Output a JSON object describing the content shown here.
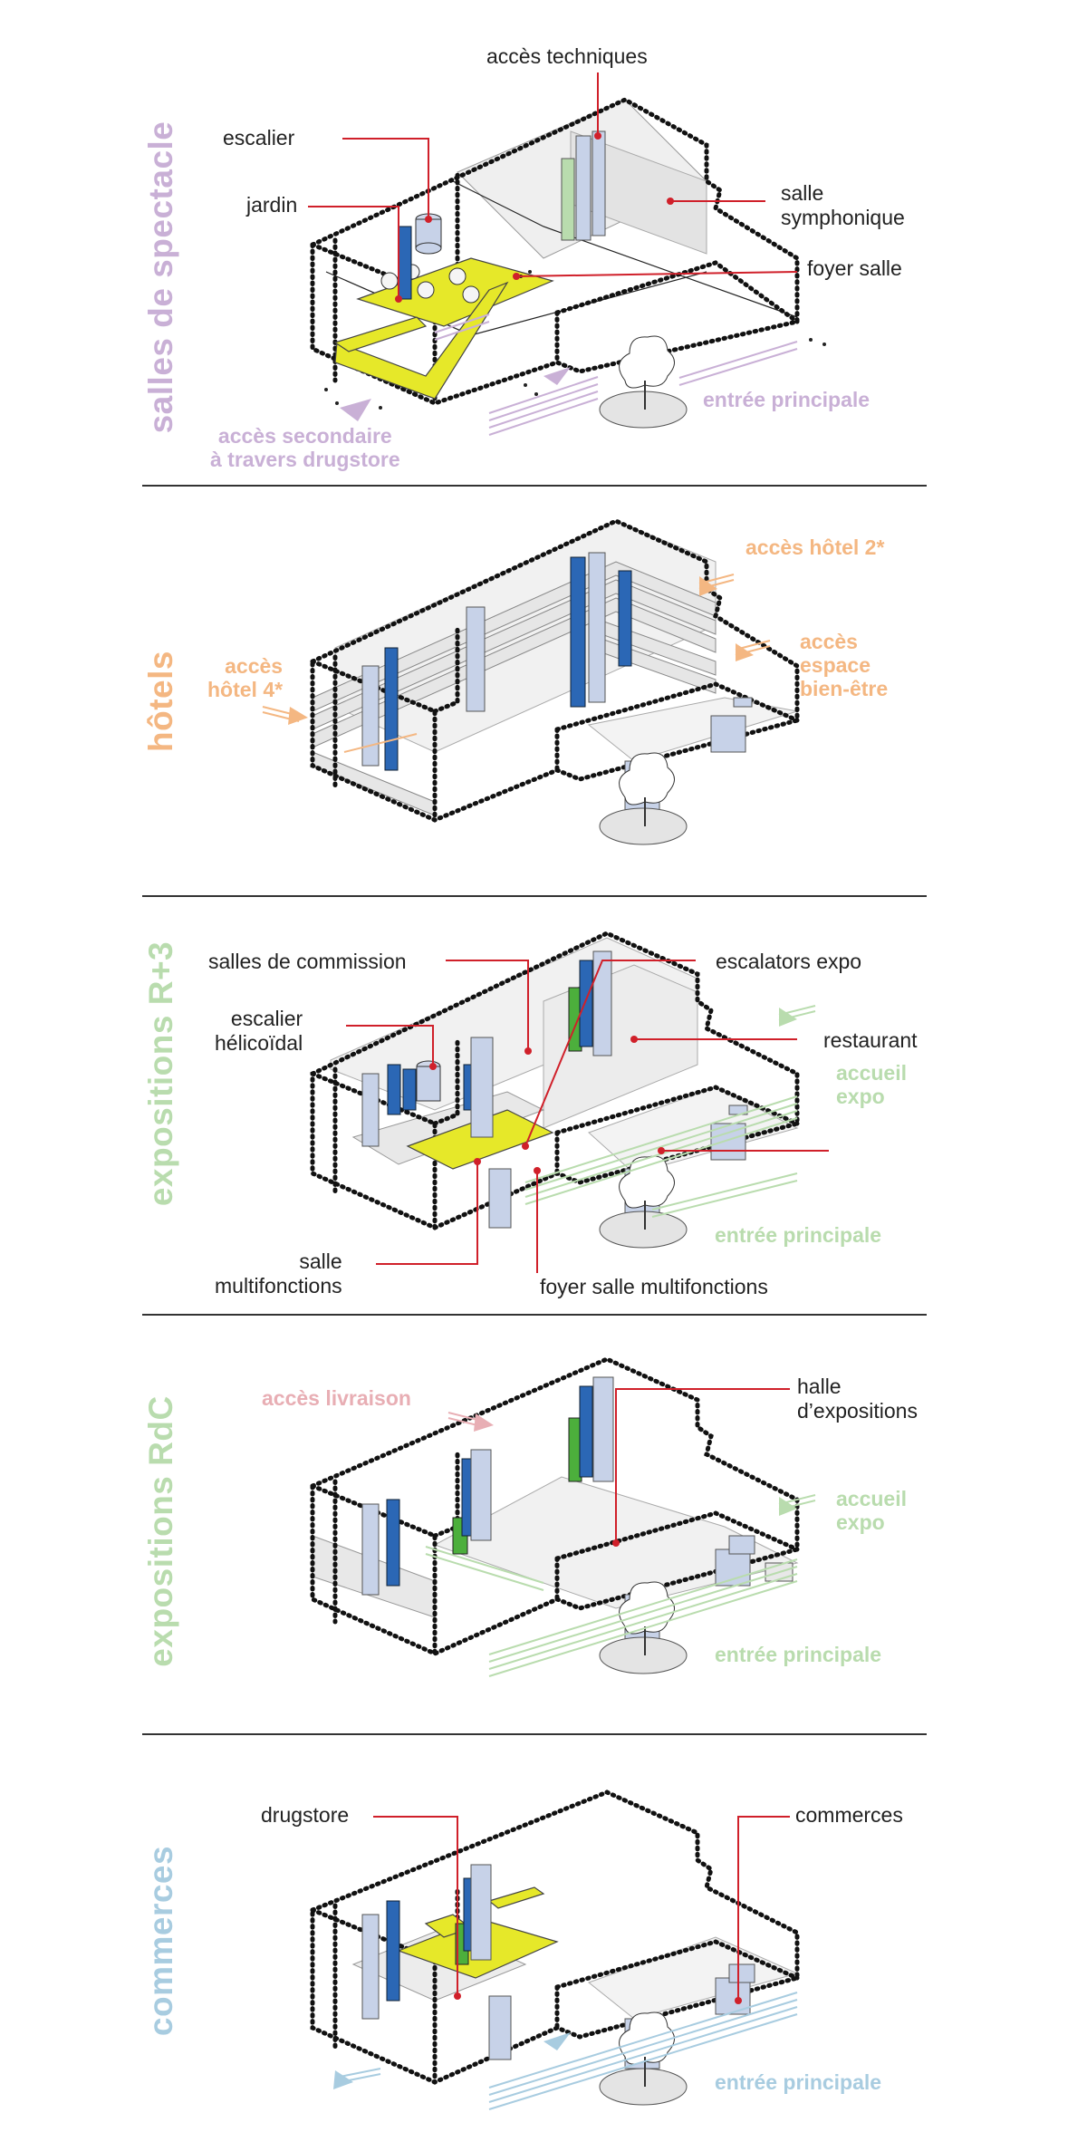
{
  "colors": {
    "spectacle": "#c9b0d6",
    "hotels": "#f4b782",
    "expo": "#b9dcae",
    "livraison": "#e8aeb4",
    "commerces": "#a8cce0",
    "highlight_yellow": "#e6e829",
    "column_blue": "#2b67b5",
    "column_light": "#c7d2e8",
    "column_green": "#4caf3c",
    "leader_red": "#d0202a",
    "outline": "#111111"
  },
  "panels": [
    {
      "id": "spectacle",
      "title": "salles de spectacle",
      "labels": {
        "acces_techniques": "accès techniques",
        "escalier": "escalier",
        "jardin": "jardin",
        "salle_symphonique": "salle\nsymphonique",
        "foyer_salle": "foyer salle"
      },
      "accesses": {
        "entree_principale": "entrée principale",
        "acces_secondaire": "accès secondaire\nà travers drugstore"
      }
    },
    {
      "id": "hotels",
      "title": "hôtels",
      "accesses": {
        "acces_hotel_2": "accès hôtel 2*",
        "acces_hotel_4": "accès\nhôtel 4*",
        "acces_bien_etre": "accès\nespace\nbien-être"
      }
    },
    {
      "id": "expo_r3",
      "title": "expositions R+3",
      "labels": {
        "salles_commission": "salles de commission",
        "escalators_expo": "escalators expo",
        "escalier_helicoidal": "escalier\nhélicoïdal",
        "restaurant": "restaurant",
        "salle_multifonctions": "salle\nmultifonctions",
        "foyer_multifonctions": "foyer salle multifonctions"
      },
      "accesses": {
        "accueil_expo": "accueil\nexpo",
        "entree_principale": "entrée principale"
      }
    },
    {
      "id": "expo_rdc",
      "title": "expositions RdC",
      "labels": {
        "halle_expositions": "halle\nd’expositions"
      },
      "accesses": {
        "acces_livraison": "accès livraison",
        "accueil_expo": "accueil\nexpo",
        "entree_principale": "entrée principale"
      }
    },
    {
      "id": "commerces",
      "title": "commerces",
      "labels": {
        "drugstore": "drugstore",
        "commerces": "commerces"
      },
      "accesses": {
        "entree_principale": "entrée principale"
      }
    }
  ]
}
